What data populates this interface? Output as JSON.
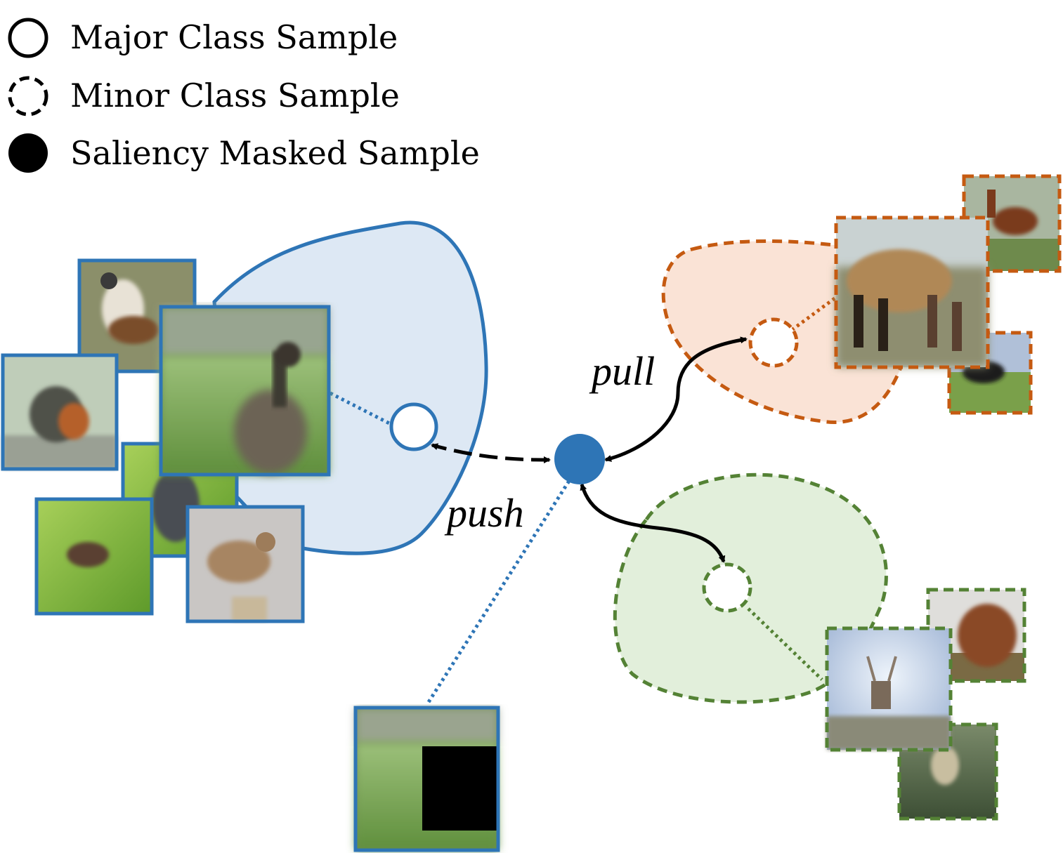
{
  "legend": {
    "major": "Major Class Sample",
    "minor": "Minor Class Sample",
    "masked": "Saliency Masked Sample"
  },
  "labels": {
    "pull": "pull",
    "push": "push"
  },
  "colors": {
    "bird_class": "#2e75b6",
    "bird_fill": "#dde8f4",
    "horse_class": "#c55a11",
    "horse_fill": "#fae3d6",
    "deer_class": "#548235",
    "deer_fill": "#e2efdb",
    "masked_sample": "#2e75b6"
  },
  "icons": {
    "major": "open-circle-icon",
    "minor": "dashed-circle-icon",
    "masked": "filled-circle-icon"
  }
}
